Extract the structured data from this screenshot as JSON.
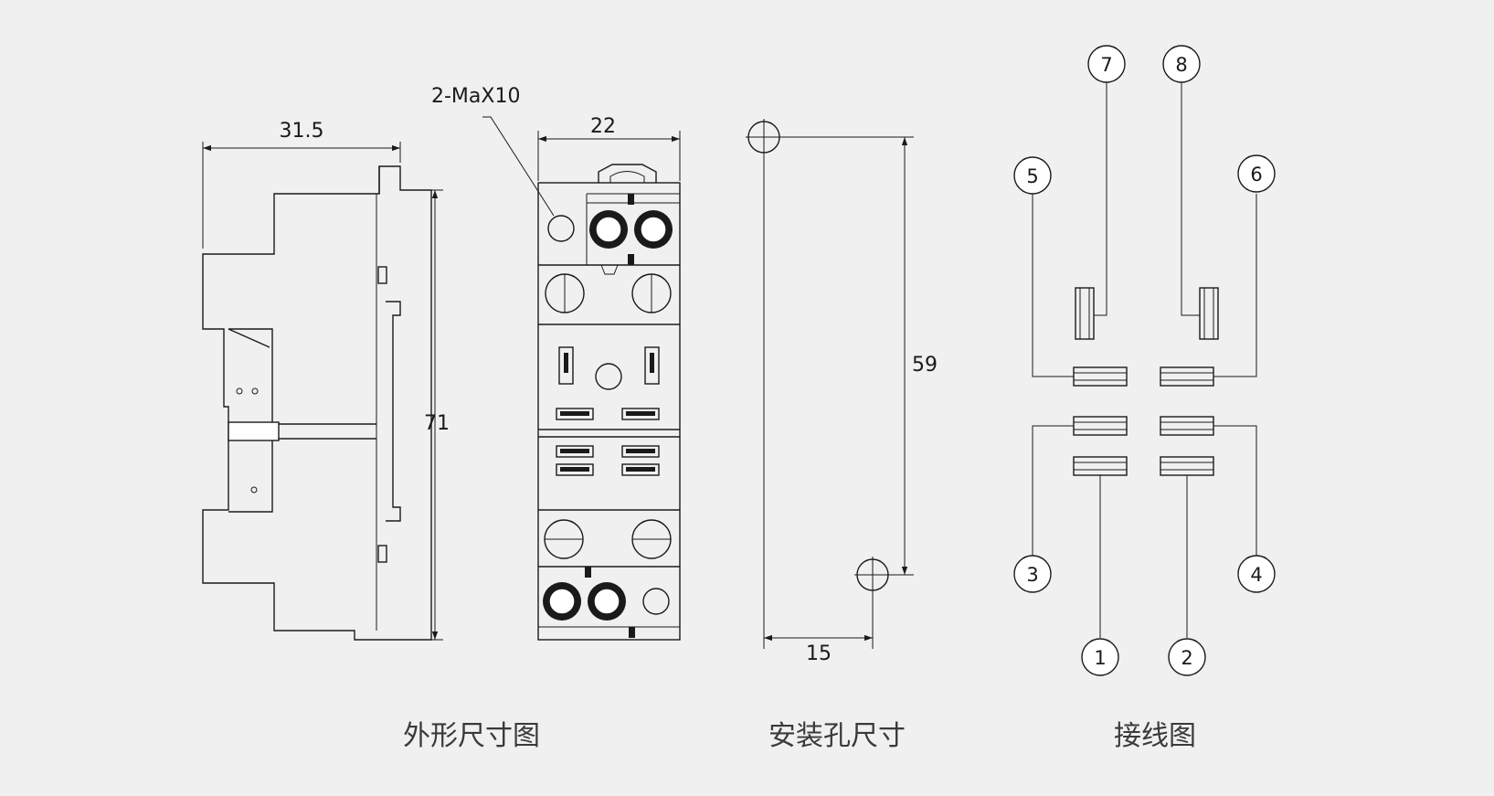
{
  "dimensions": {
    "side_width": "31.5",
    "side_height": "71",
    "front_width": "22",
    "screw": "2-MaX10",
    "hole_height": "59",
    "hole_width": "15"
  },
  "captions": {
    "outline": "外形尺寸图",
    "mounting": "安装孔尺寸",
    "wiring": "接线图"
  },
  "terminals": {
    "t1": "1",
    "t2": "2",
    "t3": "3",
    "t4": "4",
    "t5": "5",
    "t6": "6",
    "t7": "7",
    "t8": "8"
  },
  "colors": {
    "background": "#f0f0f0",
    "line": "#1a1a1a",
    "caption": "#3a3a3a"
  }
}
